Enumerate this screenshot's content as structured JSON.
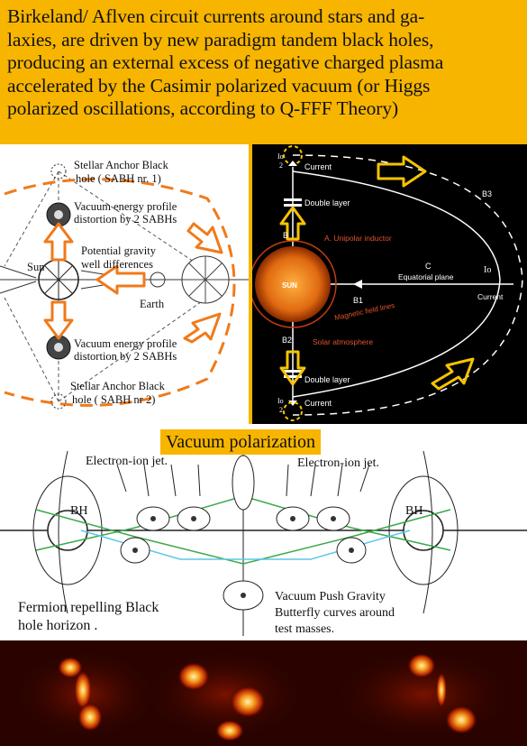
{
  "header": {
    "line1": "Birkeland/ Aflven circuit currents around stars and ga-",
    "line2": "laxies, are driven by new paradigm tandem black holes,",
    "line3": "producing an external excess of negative charged plasma",
    "line4": "accelerated by the Casimir polarized vacuum (or Higgs",
    "line5": "polarized oscillations, according to Q-FFF Theory)"
  },
  "left_diagram": {
    "top_anchor_1": "Stellar Anchor Black",
    "top_anchor_2": "hole ( SABH nr. 1)",
    "vac_top_1": "Vacuum energy profile",
    "vac_top_2": "distortion by 2 SABHs",
    "pot_1": "Potential gravity",
    "pot_2": "well differences",
    "sun": "Sun",
    "earth": "Earth",
    "vac_bot_1": "Vacuum energy profile",
    "vac_bot_2": "distortion by 2 SABHs",
    "bot_anchor_1": "Stellar Anchor Black",
    "bot_anchor_2": "hole ( SABH nr 2)"
  },
  "right_diagram": {
    "current_top": "Current",
    "double_layer_top": "Double layer",
    "b_label": "B",
    "unipolar": "A. Unipolar inductor",
    "b3": "B3",
    "c_label": "C",
    "equatorial": "Equatorial plane",
    "io_right": "Io",
    "current_right": "Current",
    "sun": "SUN",
    "b1": "B1",
    "magnetic": "Magnetic field lines",
    "b2": "B2",
    "solar_atm": "Solar atmosphere",
    "double_layer_bot": "Double layer",
    "current_bot": "Current",
    "io_top": "Io",
    "io_top_num": "2",
    "io_bot": "Io",
    "io_bot_num": "2"
  },
  "mid_diagram": {
    "title": "Vacuum polarization",
    "jet_left": "Electron-ion jet.",
    "jet_right": "Electron-ion jet.",
    "bh_left": "BH",
    "bh_right": "BH",
    "fermion_1": "Fermion repelling Black",
    "fermion_2": "hole horizon .",
    "push_1": "Vacuum Push Gravity",
    "push_2": "Butterfly curves around",
    "push_3": "test masses."
  },
  "colors": {
    "banner": "#f7b500",
    "orange_arrow": "#f07a1a",
    "yellow_arrow": "#f5c400",
    "sun": "#e06a10"
  }
}
